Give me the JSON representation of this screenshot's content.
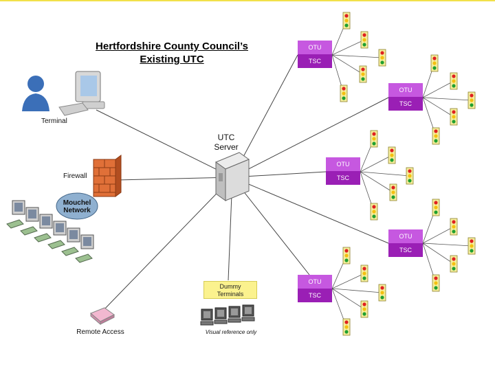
{
  "title": {
    "line1": "Hertfordshire County Council’s",
    "line2": "Existing UTC"
  },
  "labels": {
    "terminal": "Terminal",
    "firewall": "Firewall",
    "mouchel_line1": "Mouchel",
    "mouchel_line2": "Network",
    "server_line1": "UTC",
    "server_line2": "Server",
    "dummy_line1": "Dummy",
    "dummy_line2": "Terminals",
    "visual_ref": "Visual reference only",
    "remote_access": "Remote Access"
  },
  "otu": {
    "top": "OTU",
    "bottom": "TSC"
  },
  "colors": {
    "otu_light": "#c658e0",
    "otu_dark": "#9a1fb5",
    "dummy_box": "#fbf28e",
    "person": "#3b6fb8",
    "firewall": "#e07038"
  }
}
